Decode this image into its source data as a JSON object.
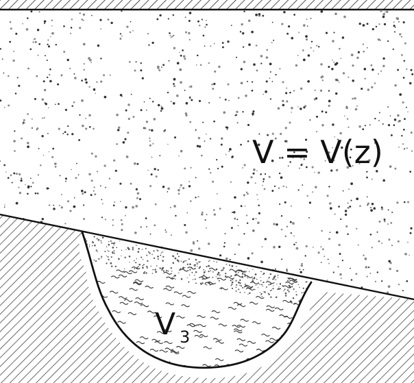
{
  "figure": {
    "upper_layer_label": "V = V(z)",
    "lens_label_main": "V",
    "lens_label_sub": "3"
  }
}
